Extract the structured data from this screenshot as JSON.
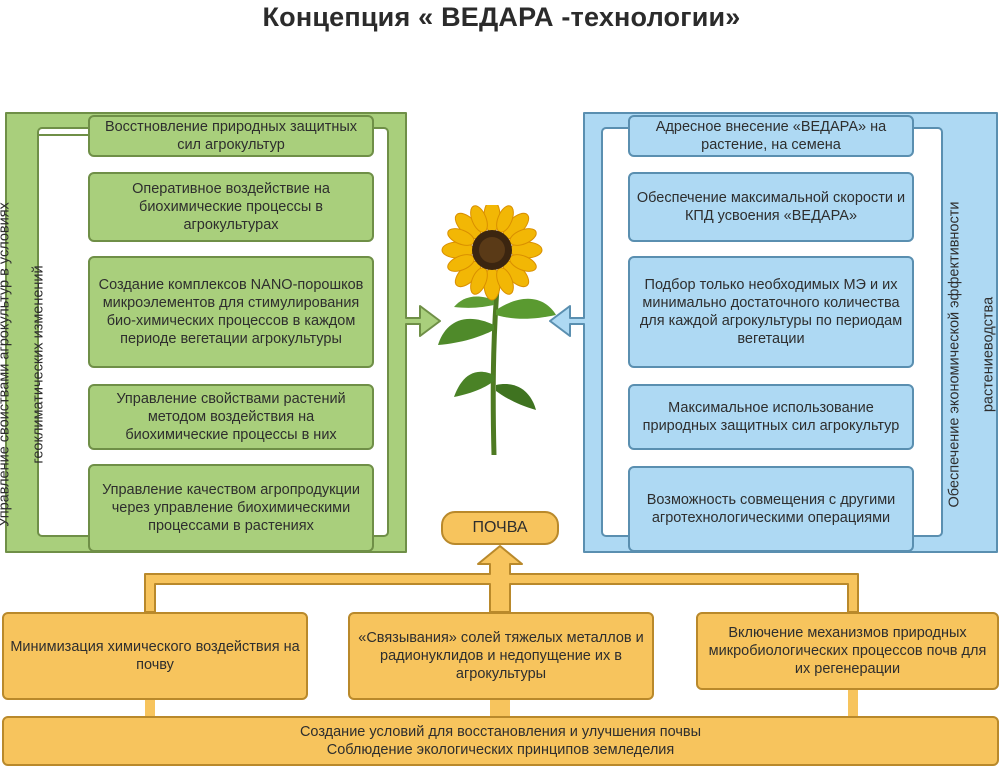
{
  "title": {
    "prefix": "Концепция «",
    "brand": "ВЕДАРА",
    "suffix": "-технологии»"
  },
  "left": {
    "side_label_line1": "Управление свойствами агрокультур в условиях",
    "side_label_line2": "геоклиматических изменений",
    "items": [
      "Восстновление природных защитных сил агрокультур",
      "Оперативное воздействие на биохимические процессы в агрокультурах",
      "Создание комплексов NANO-порошков микроэлементов для стимулирования био-химических процессов в каждом периоде вегетации агрокультуры",
      "Управление свойствами растений методом воздействия на биохимические процессы в них",
      "Управление качеством агропродукции через управление биохимическими процессами в растениях"
    ]
  },
  "right": {
    "side_label_line1": "Обеспечение экономической эффективности",
    "side_label_line2": "растениеводства",
    "items": [
      "Адресное внесение «ВЕДАРА» на растение, на семена",
      "Обеспечение максимальной скорости и КПД усвоения «ВЕДАРА»",
      "Подбор только необходимых МЭ и их минимально достаточного количества для каждой агрокультуры по периодам вегетации",
      "Максимальное использование природных защитных сил агрокультур",
      "Возможность совмещения с другими агротехнологическими операциями"
    ]
  },
  "soil": {
    "label": "ПОЧВА",
    "items": [
      "Минимизация химического воздействия на почву",
      "«Связывания» солей тяжелых металлов и радионуклидов и недопущение их в агрокультуры",
      "Включение механизмов природных микробиологических процессов почв для их регенерации"
    ],
    "base_line1": "Создание условий для восстановления и улучшения почвы",
    "base_line2": "Соблюдение экологических принципов земледелия"
  },
  "colors": {
    "green_fill": "#a9cf7c",
    "green_border": "#6f8f47",
    "blue_fill": "#aed9f3",
    "blue_border": "#5a8fb0",
    "orange_fill": "#f7c45d",
    "orange_border": "#b9892b"
  },
  "image": {
    "flower": "sunflower-illustration"
  }
}
